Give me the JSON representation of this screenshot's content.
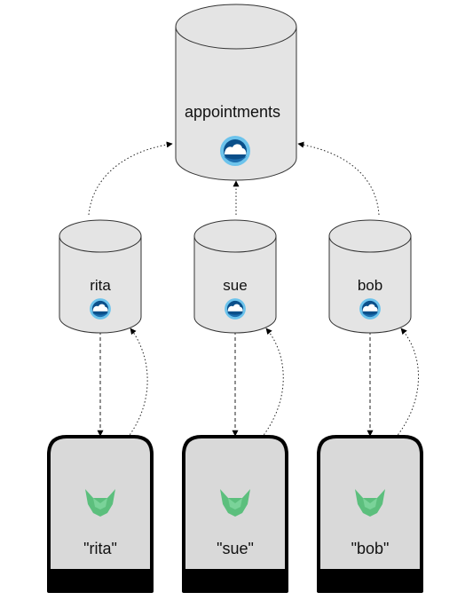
{
  "central_db": {
    "label": "appointments",
    "icon": "couchdb-cloud-icon"
  },
  "user_dbs": [
    {
      "label": "rita",
      "icon": "couchdb-cloud-icon"
    },
    {
      "label": "sue",
      "icon": "couchdb-cloud-icon"
    },
    {
      "label": "bob",
      "icon": "couchdb-cloud-icon"
    }
  ],
  "devices": [
    {
      "label": "\"rita\"",
      "icon": "hoodie-logo-icon"
    },
    {
      "label": "\"sue\"",
      "icon": "hoodie-logo-icon"
    },
    {
      "label": "\"bob\"",
      "icon": "hoodie-logo-icon"
    }
  ],
  "colors": {
    "cylinder_fill": "#e4e4e4",
    "cylinder_stroke": "#333333",
    "cloud_outer": "#6cc3ec",
    "cloud_inner": "#0a4f8a",
    "logo_green": "#5cbf7d",
    "device_fill": "#d9d9d9",
    "device_stroke": "#000000"
  }
}
